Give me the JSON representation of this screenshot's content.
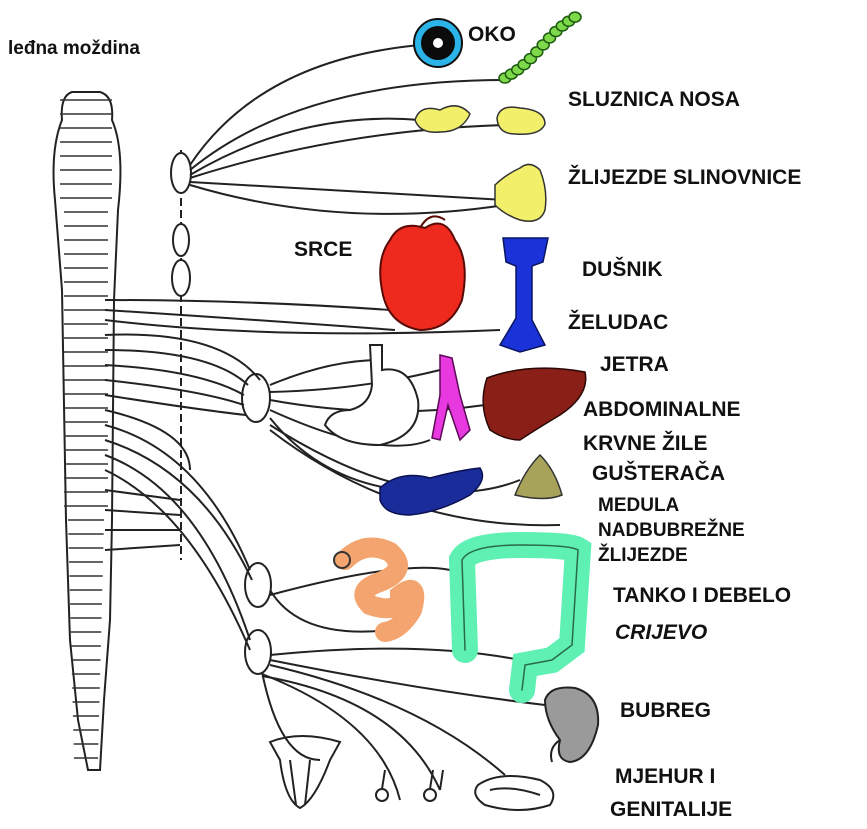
{
  "diagram": {
    "title": "leđna moždina",
    "labels": {
      "oko": "OKO",
      "sluznica_nosa": "SLUZNICA NOSA",
      "zlijezde_slinovnice": "ŽLIJEZDE SLINOVNICE",
      "srce": "SRCE",
      "dusnik": "DUŠNIK",
      "zeludac": "ŽELUDAC",
      "jetra": "JETRA",
      "abdominalne": "ABDOMINALNE",
      "krvne_zile": "KRVNE ŽILE",
      "gusteraca": "GUŠTERAČA",
      "medula": "MEDULA",
      "nadbubrezne": "NADBUBREŽNE",
      "zlijezde": "ŽLIJEZDE",
      "tanko_debelo": "TANKO I DEBELO",
      "crijevo": "CRIJEVO",
      "bubreg": "BUBREG",
      "mjehur": "MJEHUR I",
      "genitalije": "GENITALIJE"
    },
    "colors": {
      "eye_ring": "#2bb4e8",
      "nose": "#f2ef6a",
      "nasal_beads": "#7dd94a",
      "heart": "#ee2a1e",
      "trachea": "#1a32d8",
      "liver": "#8a1f18",
      "vessels": "#e838e0",
      "pancreas": "#1a2c9a",
      "adrenal": "#a7a35a",
      "small_intestine": "#f4a46e",
      "large_intestine": "#5ff0b4",
      "kidney": "#9a9a9a",
      "line": "#222222"
    }
  }
}
